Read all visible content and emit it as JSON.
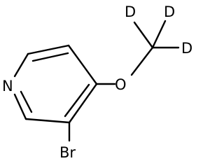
{
  "molecule": {
    "atoms": {
      "nitrogen": "N",
      "oxygen": "O",
      "bromine": "Br",
      "deuterium_top_left": "D",
      "deuterium_top_right": "D",
      "deuterium_right": "D"
    }
  },
  "colors": {
    "bond": "#000000",
    "label": "#000000",
    "background": "#ffffff"
  }
}
